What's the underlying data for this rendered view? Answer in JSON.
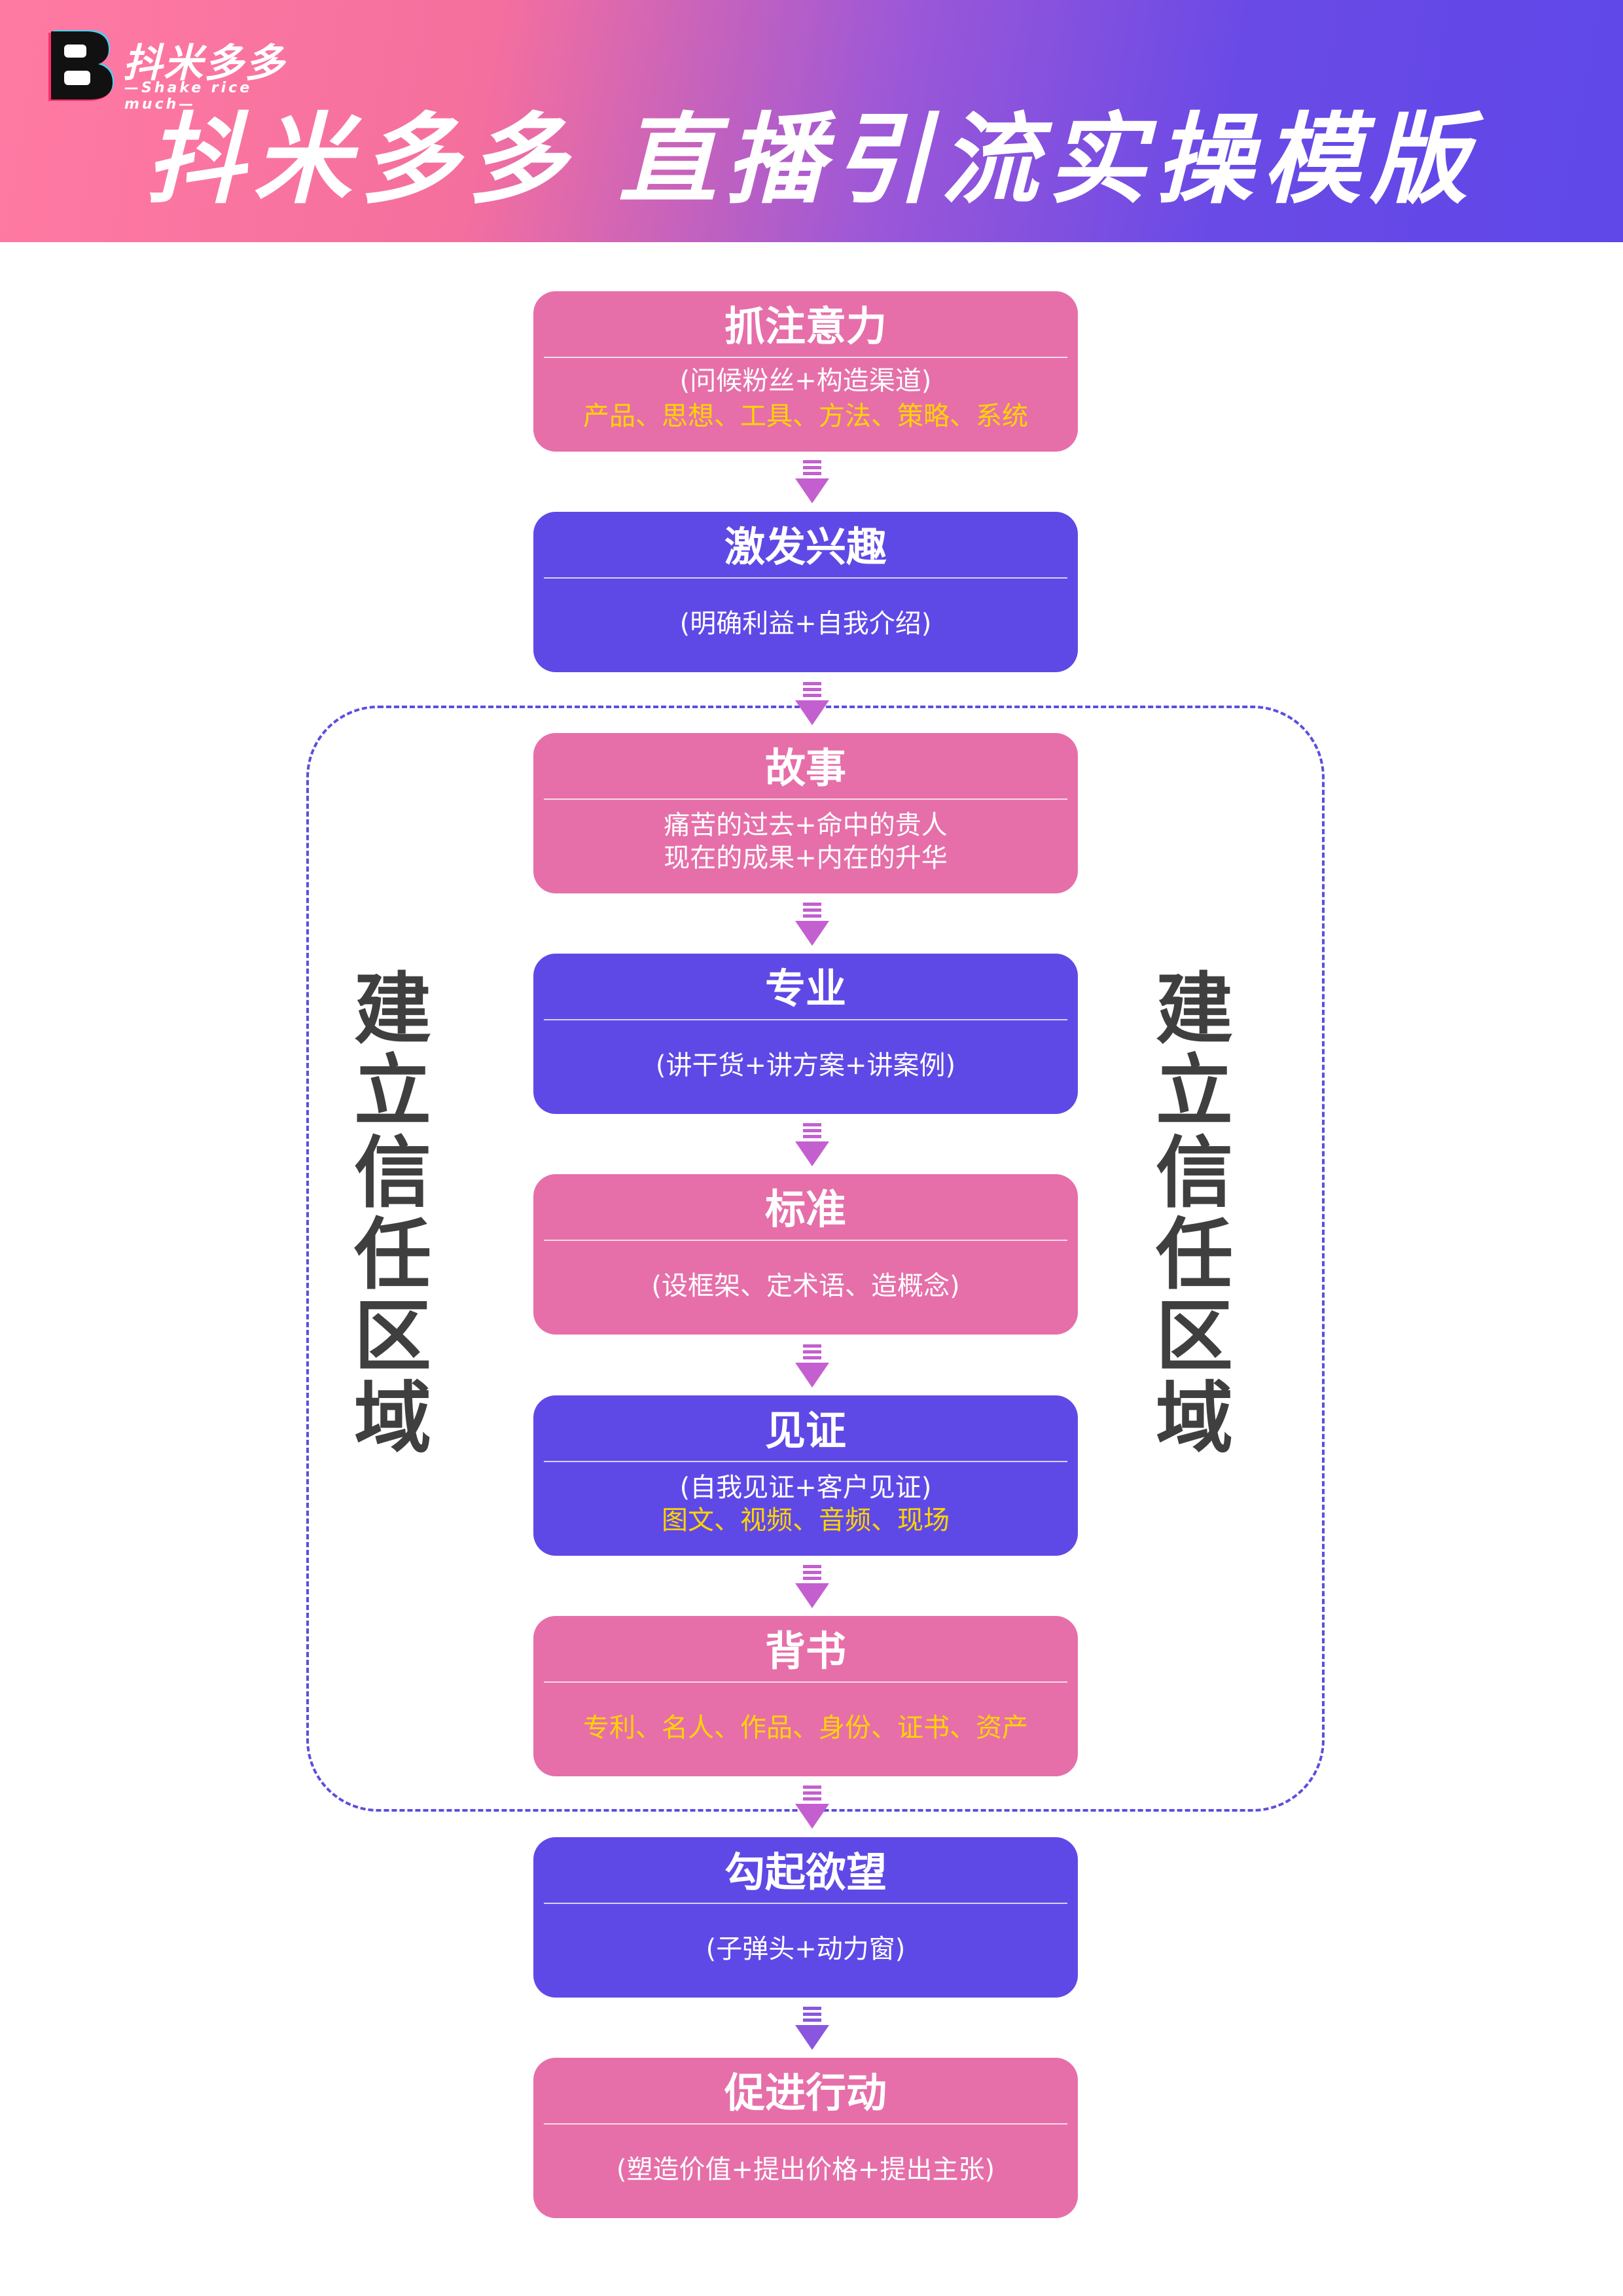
{
  "header": {
    "logo_name": "抖米多多",
    "logo_sub": "—Shake rice much—",
    "title": "抖米多多  直播引流实操模版"
  },
  "zone": {
    "label_chars": [
      "建",
      "立",
      "信",
      "任",
      "区",
      "域"
    ]
  },
  "steps": [
    {
      "title": "抓注意力",
      "line1": "(问候粉丝+构造渠道)",
      "line2": "产品、思想、工具、方法、策略、系统",
      "color": "#e66fa9"
    },
    {
      "title": "激发兴趣",
      "line1": "(明确利益+自我介绍)",
      "color": "#5f49e6"
    },
    {
      "title": "故事",
      "line1": "痛苦的过去+命中的贵人",
      "line2": "现在的成果+内在的升华",
      "color": "#e66fa9"
    },
    {
      "title": "专业",
      "line1": "(讲干货+讲方案+讲案例)",
      "color": "#5f49e6"
    },
    {
      "title": "标准",
      "line1": "(设框架、定术语、造概念)",
      "color": "#e66fa9"
    },
    {
      "title": "见证",
      "line1": "(自我见证+客户见证)",
      "line2": "图文、视频、音频、现场",
      "color": "#5f49e6"
    },
    {
      "title": "背书",
      "line1": "专利、名人、作品、身份、证书、资产",
      "color": "#e66fa9"
    },
    {
      "title": "勾起欲望",
      "line1": "(子弹头+动力窗)",
      "color": "#5f49e6"
    },
    {
      "title": "促进行动",
      "line1": "(塑造价值+提出价格+提出主张)",
      "color": "#e66fa9"
    }
  ],
  "colors": {
    "pink": "#e66fa9",
    "purple": "#5f49e6",
    "highlight": "#ffd400",
    "zone_border": "#5b4ee0"
  }
}
